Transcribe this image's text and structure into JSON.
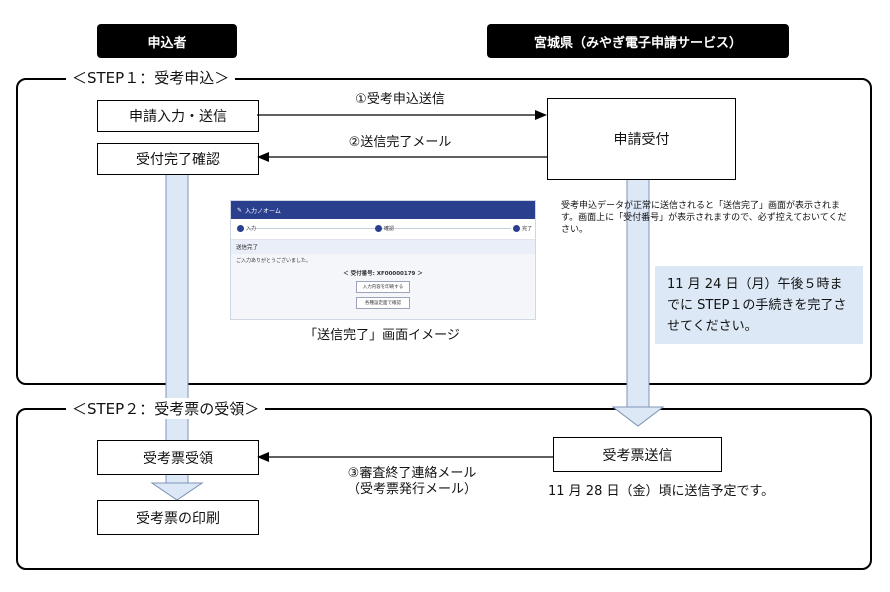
{
  "headers": {
    "applicant": "申込者",
    "prefecture": "宮城県（みやぎ電子申請サービス）"
  },
  "step1": {
    "title": "＜STEP１：受考申込＞",
    "boxes": {
      "input_send": "申請入力・送信",
      "receipt_confirm": "受付完了確認",
      "accept": "申請受付"
    },
    "arrows": {
      "send": "①受考申込送信",
      "complete_mail": "②送信完了メール"
    },
    "note": "受考申込データが正常に送信されると「送信完了」画面が表示されます。画面上に「受付番号」が表示されますので、必ず控えておいてください。",
    "deadline": "11 月 24 日（月）午後５時までに STEP１の手続きを完了させてください。",
    "screenshot_caption": "「送信完了」画面イメージ",
    "mock": {
      "bar_title": "入力ノオーム",
      "step_input": "入力",
      "step_confirm": "確認",
      "step_done": "完了",
      "heading": "送信完了",
      "thanks": "ご入力ありがとうございました。",
      "number": "＜ 受付番号: XF00000179 ＞",
      "btn1": "入力内容を印刷する",
      "btn2": "各種設定面で確認"
    }
  },
  "step2": {
    "title": "＜STEP２：受考票の受領＞",
    "boxes": {
      "receive": "受考票受領",
      "print": "受考票の印刷",
      "send": "受考票送信"
    },
    "arrow_label_line1": "③審査終了連絡メール",
    "arrow_label_line2": "（受考票発行メール）",
    "schedule": "11 月 28 日（金）頃に送信予定です。"
  },
  "colors": {
    "band_fill": "#dde8f6",
    "band_border": "#7f95b8",
    "header_bg": "#000000"
  }
}
